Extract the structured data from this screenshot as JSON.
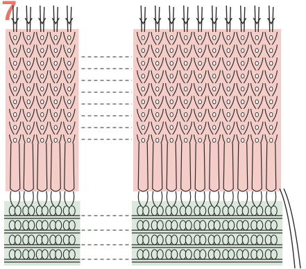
{
  "step_number": "7",
  "colors": {
    "pink_yarn": "#f4cdc9",
    "green_yarn": "#dbe9dc",
    "outline": "#2a2a2a",
    "step_number": "#e8766b",
    "background": "#ffffff"
  },
  "swatches": [
    {
      "id": "left",
      "columns": 5,
      "pink_rows": 9,
      "green_rows": 4,
      "has_tail": false
    },
    {
      "id": "right",
      "columns": 10,
      "pink_rows": 9,
      "green_rows": 4,
      "has_tail": true
    }
  ],
  "guide_lines": {
    "pink_section": 8,
    "green_section": 4,
    "style": "dashed"
  },
  "icons": [
    "stitch-diagram"
  ]
}
